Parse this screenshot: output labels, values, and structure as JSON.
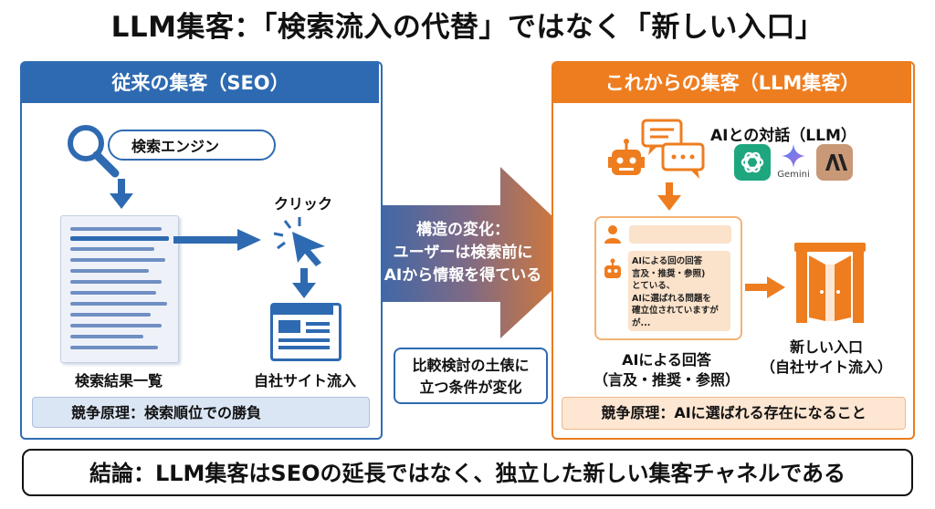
{
  "title": "LLM集客：「検索流入の代替」ではなく「新しい入口」",
  "left": {
    "header": "従来の集客（SEO）",
    "search_engine": "検索エンジン",
    "click": "クリック",
    "results_label": "検索結果一覧",
    "own_site_label": "自社サイト流入",
    "competition": "競争原理：検索順位での勝負"
  },
  "middle": {
    "line1": "構造の変化：",
    "line2": "ユーザーは検索前に",
    "line3": "AIから情報を得ている",
    "note_line1": "比較検討の土俵に",
    "note_line2": "立つ条件が変化"
  },
  "right": {
    "header": "これからの集客（LLM集客）",
    "ai_dialog": "AIとの対話（LLM）",
    "gemini": "Gemini",
    "answer_lines": [
      "AIによる回の回答",
      "言及・推奨・参照)",
      "とている、",
      "AIに選ばれる問題を",
      "確立位されていますが",
      "が..."
    ],
    "ai_answer_label1": "AIによる回答",
    "ai_answer_label2": "（言及・推奨・参照）",
    "new_entry_label1": "新しい入口",
    "new_entry_label2": "（自社サイト流入）",
    "competition": "競争原理：AIに選ばれる存在になること"
  },
  "conclusion": "結論：LLM集客はSEOの延長ではなく、独立した新しい集客チャネルである",
  "colors": {
    "blue": "#2e6ab1",
    "orange": "#ee7d1f"
  }
}
